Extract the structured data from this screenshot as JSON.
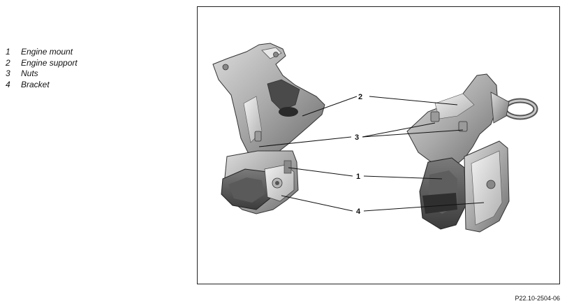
{
  "legend": [
    {
      "num": "1",
      "label": "Engine mount"
    },
    {
      "num": "2",
      "label": "Engine support"
    },
    {
      "num": "3",
      "label": "Nuts"
    },
    {
      "num": "4",
      "label": "Bracket"
    }
  ],
  "callouts": {
    "c1": "1",
    "c2": "2",
    "c3": "3",
    "c4": "4"
  },
  "reference_code": "P22.10-2504-06"
}
